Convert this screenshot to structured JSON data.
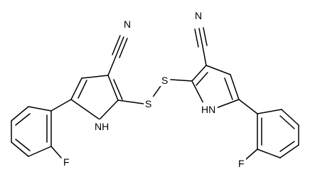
{
  "molecule": {
    "atom_labels": {
      "N_left": "N",
      "N_right": "N",
      "S_left": "S",
      "S_right": "S",
      "NH_left": "NH",
      "NH_right": "HN",
      "F_left": "F",
      "F_right": "F"
    }
  }
}
